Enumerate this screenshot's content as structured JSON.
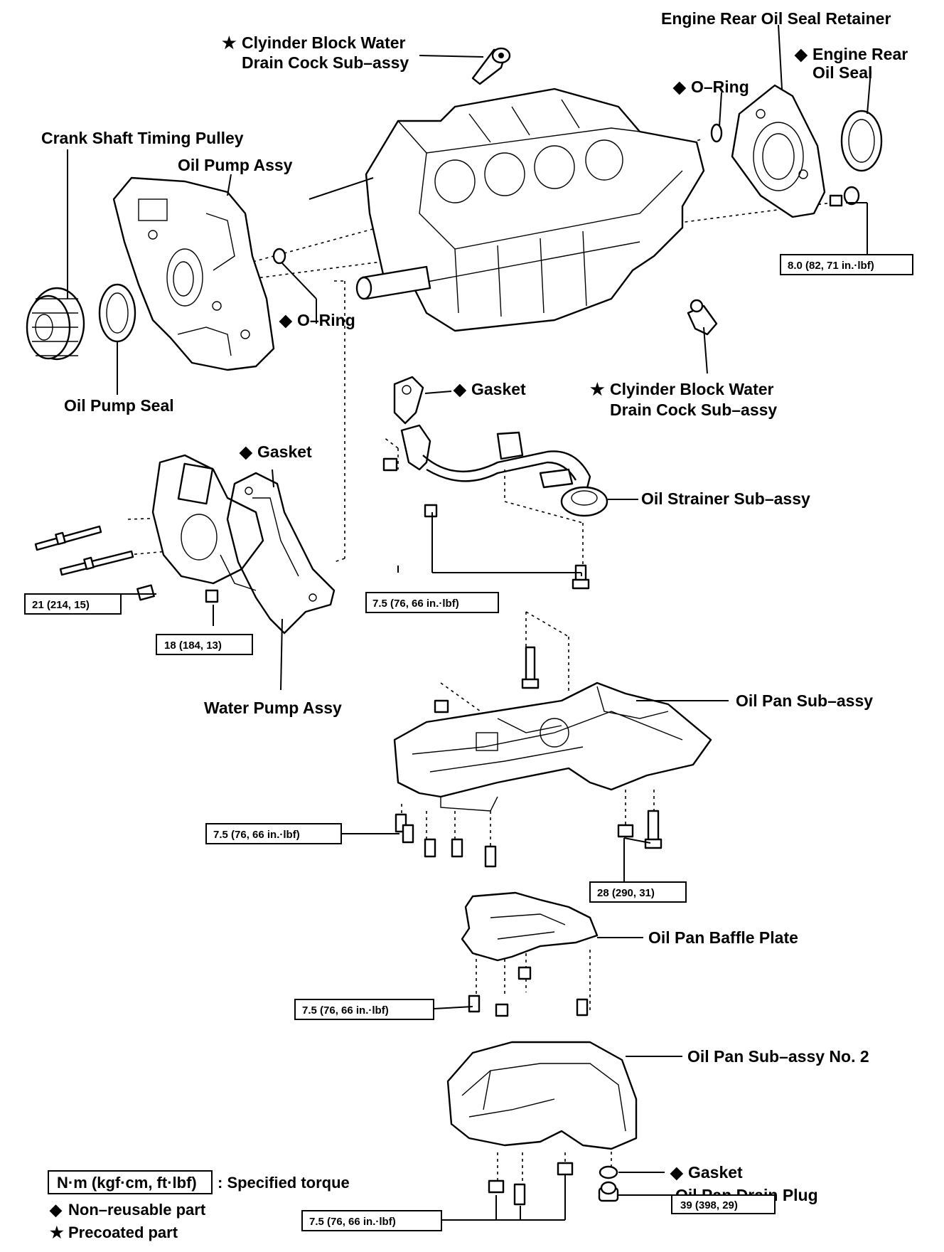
{
  "labels": {
    "engine_rear_oil_seal_retainer": "Engine Rear Oil Seal Retainer",
    "engine_rear_oil_seal_1": "Engine  Rear",
    "engine_rear_oil_seal_2": "Oil Seal",
    "water_drain_cock_top_1": "Clyinder Block Water",
    "water_drain_cock_top_2": "Drain Cock Sub–assy",
    "o_ring_top": "O–Ring",
    "crank_shaft_timing_pulley": "Crank Shaft Timing Pulley",
    "oil_pump_assy": "Oil Pump Assy",
    "o_ring_mid": "O–Ring",
    "oil_pump_seal": "Oil Pump Seal",
    "gasket_strainer": "Gasket",
    "water_drain_cock_bottom_1": "Clyinder Block Water",
    "water_drain_cock_bottom_2": "Drain Cock Sub–assy",
    "gasket_water_pump": "Gasket",
    "oil_strainer_sub_assy": "Oil Strainer Sub–assy",
    "water_pump_assy": "Water Pump Assy",
    "oil_pan_sub_assy": "Oil Pan Sub–assy",
    "oil_pan_baffle_plate": "Oil Pan Baffle Plate",
    "oil_pan_sub_assy_no2": "Oil Pan Sub–assy No. 2",
    "gasket_drain": "Gasket",
    "oil_pan_drain_plug": "Oil Pan Drain Plug"
  },
  "torques": {
    "rear_retainer": "8.0 (82, 71 in.·lbf)",
    "water_pump_stud": "21 (214, 15)",
    "water_pump_nut": "18 (184, 13)",
    "oil_strainer": "7.5 (76, 66 in.·lbf)",
    "oil_pan": "7.5 (76, 66 in.·lbf)",
    "oil_pan_large": "28 (290, 31)",
    "baffle_plate": "7.5 (76, 66 in.·lbf)",
    "oil_pan_no2": "7.5 (76, 66 in.·lbf)",
    "drain_plug": "39 (398, 29)"
  },
  "symbols": {
    "star": "★",
    "diamond": "◆"
  },
  "legend": {
    "torque_unit": "N·m (kgf·cm, ft·lbf)",
    "torque_desc": ": Specified torque",
    "non_reusable": "Non–reusable part",
    "precoated": "Precoated part"
  }
}
